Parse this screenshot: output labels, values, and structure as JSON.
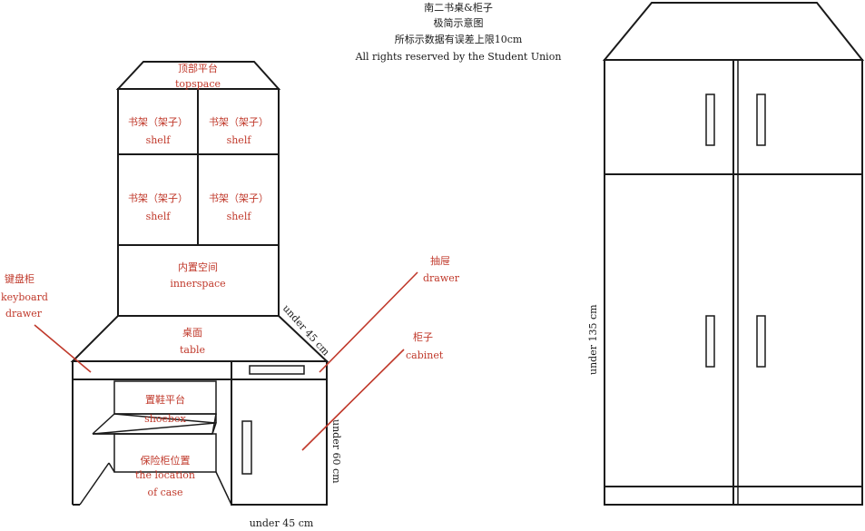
{
  "header": {
    "line1": "南二书桌&柜子",
    "line2": "极简示意图",
    "line3": "所标示数据有误差上限10cm",
    "line4": "All rights reserved by the Student Union"
  },
  "desk_labels": {
    "topspace_cn": "顶部平台",
    "topspace_en": "topspace",
    "shelf_cn": "书架（架子）",
    "shelf_en": "shelf",
    "innerspace_cn": "内置空间",
    "innerspace_en": "innerspace",
    "table_cn": "桌面",
    "table_en": "table",
    "shoebox_cn": "置鞋平台",
    "shoebox_en": "shoebox",
    "case_cn": "保险柜位置",
    "case_en_1": "the location",
    "case_en_2": "of case",
    "keyboard_cn": "键盘柜",
    "keyboard_en_1": "keyboard",
    "keyboard_en_2": "drawer",
    "drawer_cn": "抽屉",
    "drawer_en": "drawer",
    "cabinet_cn": "柜子",
    "cabinet_en": "cabinet"
  },
  "dimensions": {
    "depth": "under 45 cm",
    "height": "under 60 cm",
    "width": "under 45 cm",
    "wardrobe_height": "under 135 cm"
  },
  "colors": {
    "label": "#c0392b",
    "outline": "#1a1a1a"
  }
}
